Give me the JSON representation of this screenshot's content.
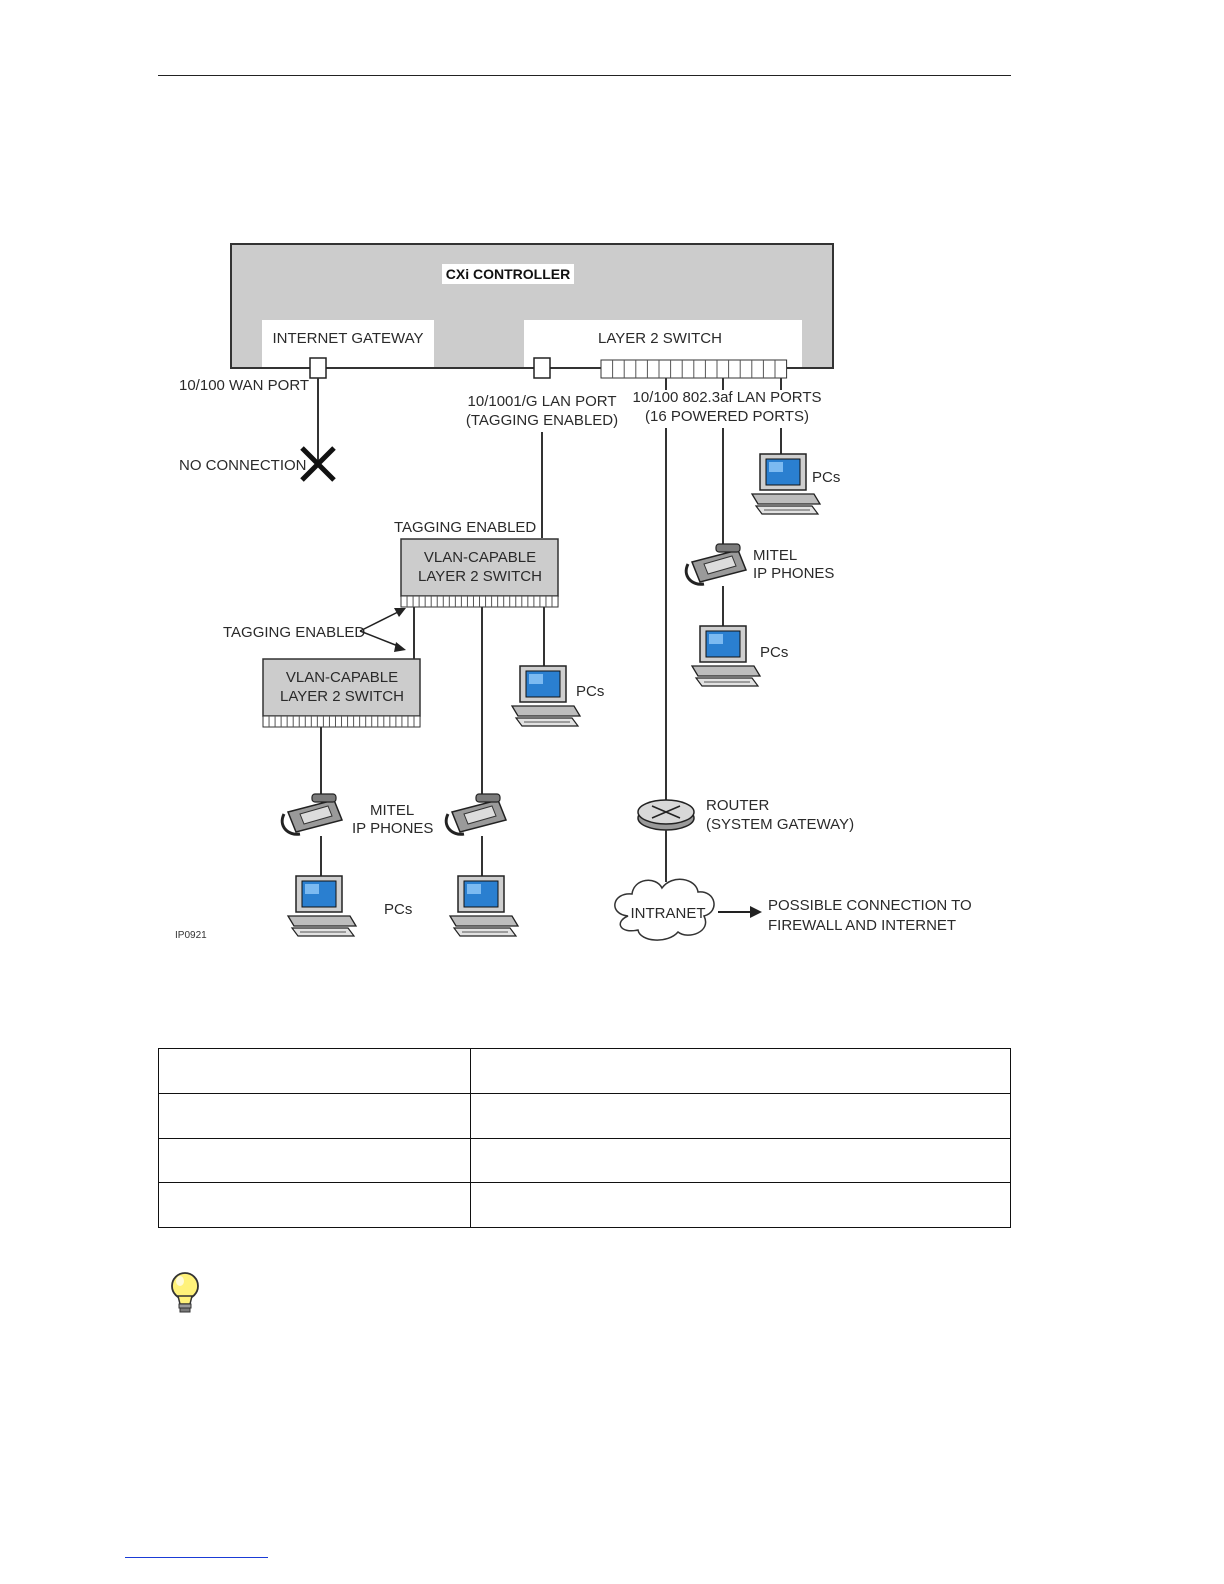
{
  "diagram": {
    "controller_title": "CXi CONTROLLER",
    "internet_gateway": "INTERNET GATEWAY",
    "layer2_switch": "LAYER 2 SWITCH",
    "wan_port": "10/100 WAN PORT",
    "no_connection": "NO CONNECTION",
    "lan_port_line1": "10/1001/G LAN PORT",
    "lan_port_line2": "(TAGGING ENABLED)",
    "lan_ports_line1": "10/100 802.3af LAN PORTS",
    "lan_ports_line2": "(16 POWERED PORTS)",
    "tagging_enabled_top": "TAGGING ENABLED",
    "tagging_enabled_left": "TAGGING ENABLED",
    "vlan_switch_1_line1": "VLAN-CAPABLE",
    "vlan_switch_1_line2": "LAYER 2 SWITCH",
    "vlan_switch_2_line1": "VLAN-CAPABLE",
    "vlan_switch_2_line2": "LAYER 2 SWITCH",
    "pcs_right_top": "PCs",
    "mitel_right_line1": "MITEL",
    "mitel_right_line2": "IP PHONES",
    "pcs_right_mid": "PCs",
    "pcs_center": "PCs",
    "mitel_left_line1": "MITEL",
    "mitel_left_line2": "IP PHONES",
    "pcs_bottom": "PCs",
    "router_line1": "ROUTER",
    "router_line2": "(SYSTEM GATEWAY)",
    "intranet": "INTRANET",
    "possible_line1": "POSSIBLE CONNECTION TO",
    "possible_line2": "FIREWALL AND INTERNET",
    "figure_id": "IP0921"
  },
  "table": {
    "rows": [
      [
        "",
        ""
      ],
      [
        "",
        ""
      ],
      [
        "",
        ""
      ],
      [
        "",
        ""
      ]
    ]
  },
  "icons": {
    "tip": "lightbulb-icon"
  }
}
